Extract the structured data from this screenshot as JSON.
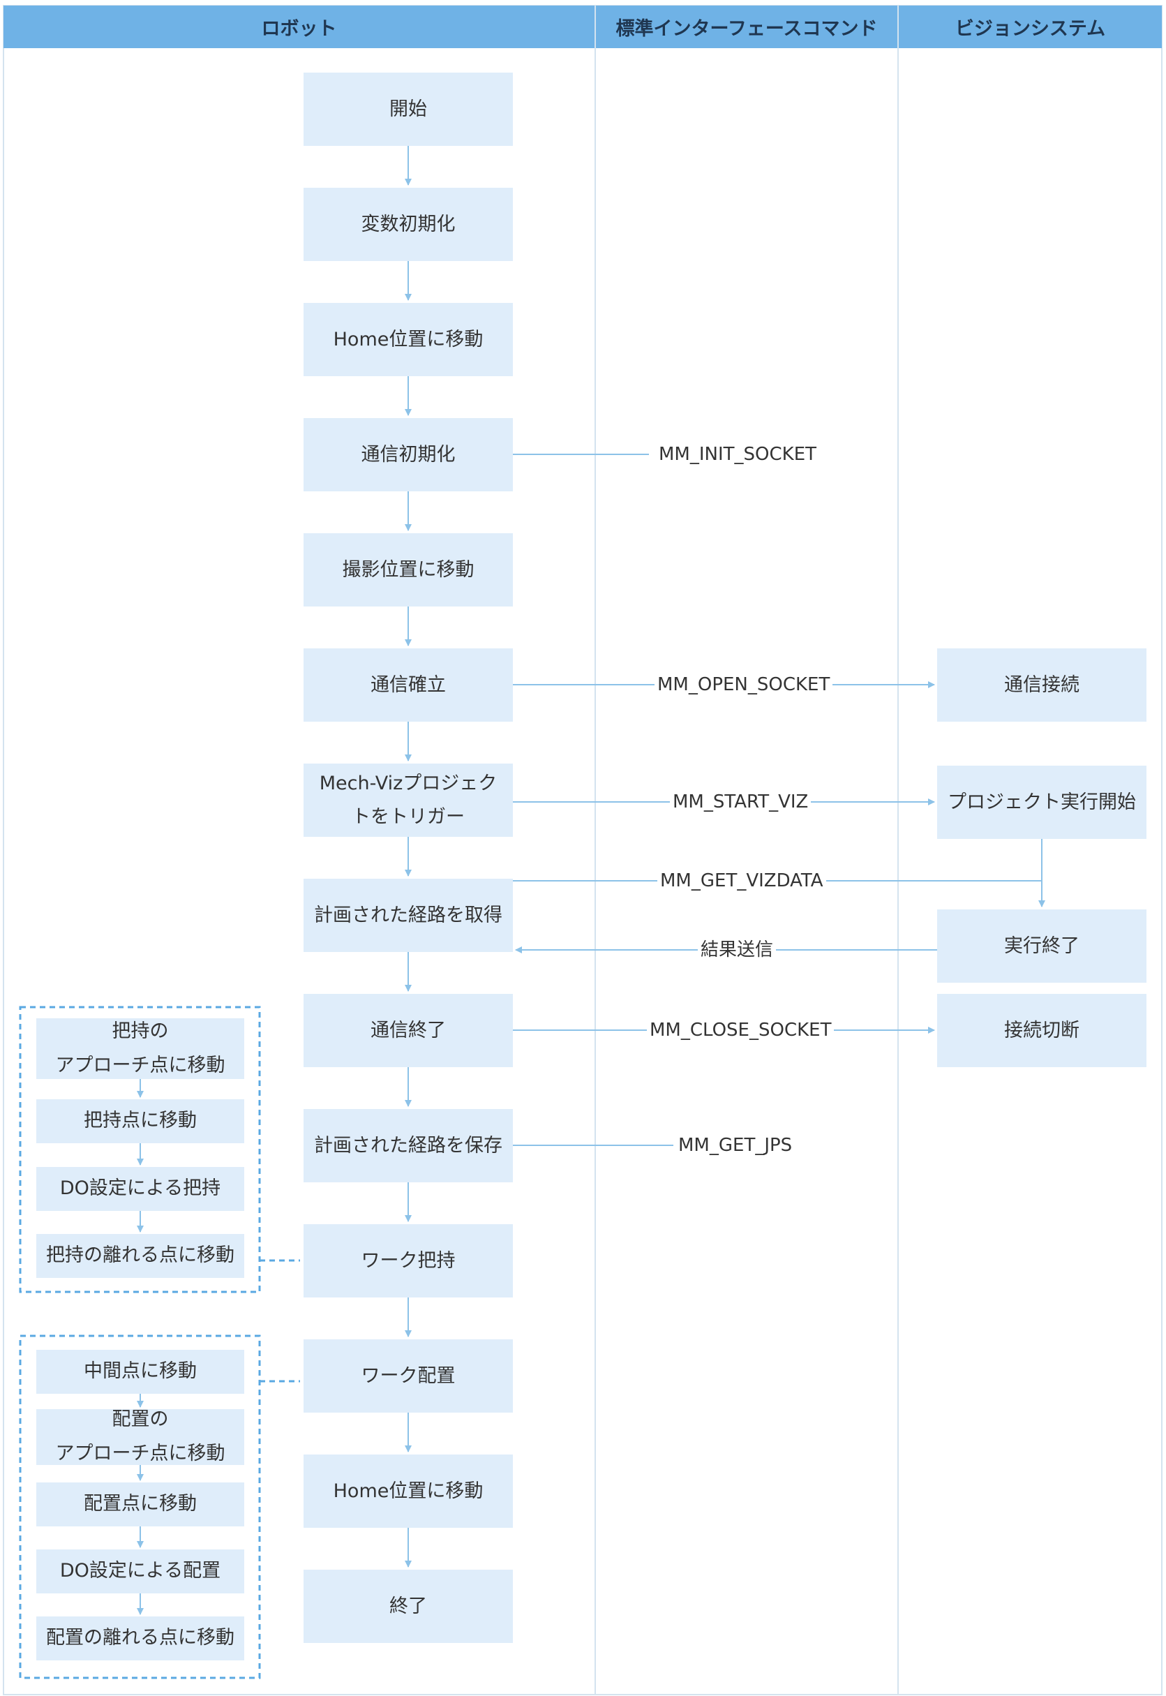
{
  "lanes": [
    "ロボット",
    "標準インターフェースコマンド",
    "ビジョンシステム"
  ],
  "robot_steps": [
    "開始",
    "変数初期化",
    "Home位置に移動",
    "通信初期化",
    "撮影位置に移動",
    "通信確立",
    "Mech-Vizプロジェク\nトをトリガー",
    "計画された経路を取得",
    "通信終了",
    "計画された経路を保存",
    "ワーク把持",
    "ワーク配置",
    "Home位置に移動",
    "終了"
  ],
  "commands": [
    "MM_INIT_SOCKET",
    "MM_OPEN_SOCKET",
    "MM_START_VIZ",
    "MM_GET_VIZDATA",
    "結果送信",
    "MM_CLOSE_SOCKET",
    "MM_GET_JPS"
  ],
  "vision_steps": [
    "通信接続",
    "プロジェクト実行開始",
    "実行終了",
    "接続切断"
  ],
  "pick_substeps": [
    "把持の\nアプローチ点に移動",
    "把持点に移動",
    "DO設定による把持",
    "把持の離れる点に移動"
  ],
  "place_substeps": [
    "中間点に移動",
    "配置の\nアプローチ点に移動",
    "配置点に移動",
    "DO設定による配置",
    "配置の離れる点に移動"
  ],
  "colors": {
    "header": "#6fb2e6",
    "box": "#dfedfa",
    "arrow": "#8cc2e8",
    "dashed": "#5aa8e2",
    "lane_border": "#d4e3ef"
  }
}
